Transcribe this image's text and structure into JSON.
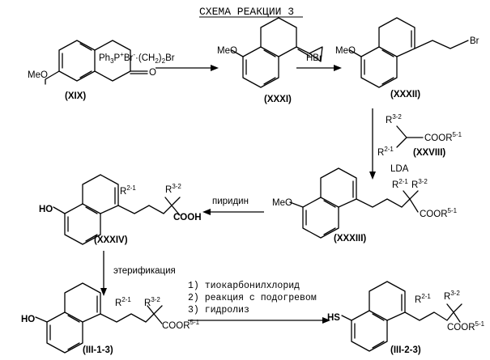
{
  "title": "СХЕМА РЕАКЦИИ 3",
  "compounds": {
    "xix": {
      "label": "(XIX)",
      "substituent": "MeO",
      "carbonyl": "O"
    },
    "xxxi": {
      "label": "(XXXI)",
      "substituent": "MeO"
    },
    "xxxii": {
      "label": "(XXXII)",
      "substituent": "MeO",
      "halide": "Br"
    },
    "xxxviii": {
      "label": "(XXVIII)",
      "r32": "R",
      "r32_sup": "3-2",
      "r21": "R",
      "r21_sup": "2-1",
      "ester": "COOR",
      "ester_sup": "5-1"
    },
    "xxxiii": {
      "label": "(XXXIII)",
      "substituent": "MeO",
      "r21": "R",
      "r21_sup": "2-1",
      "r32": "R",
      "r32_sup": "3-2",
      "ester": "COOR",
      "ester_sup": "5-1"
    },
    "xxxiv": {
      "label": "(XXXIV)",
      "substituent": "HO",
      "r21": "R",
      "r21_sup": "2-1",
      "r32": "R",
      "r32_sup": "3-2",
      "acid": "COOH"
    },
    "iii13": {
      "label": "(III-1-3)",
      "substituent": "HO",
      "r21": "R",
      "r21_sup": "2-1",
      "r32": "R",
      "r32_sup": "3-2",
      "ester": "COOR",
      "ester_sup": "5-1"
    },
    "iii23": {
      "label": "(III-2-3)",
      "substituent": "HS",
      "r21": "R",
      "r21_sup": "2-1",
      "r32": "R",
      "r32_sup": "3-2",
      "ester": "COOR",
      "ester_sup": "5-1"
    }
  },
  "reagents": {
    "step1": {
      "a": "Ph",
      "a_sub": "3",
      "b": "P",
      "b_sup": "+",
      "c": "Br",
      "c_sup": "-",
      "d": "·(CH",
      "d_sub": "2",
      "e": ")",
      "e_sub": "2",
      "f": "Br"
    },
    "step2": "HBr",
    "step3": "LDA",
    "step4": "пиридин",
    "step5": "этерификация",
    "step6": [
      "1) тиокарбонилхлорид",
      "2) реакция с подогревом",
      "3) гидролиз"
    ]
  }
}
